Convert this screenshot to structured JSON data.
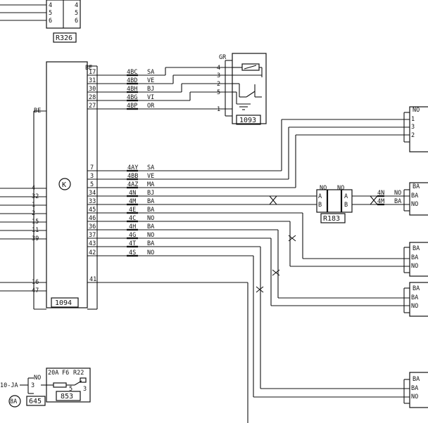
{
  "connectors": {
    "r326": "R326",
    "c1094": "1094",
    "c1093": "1093",
    "r183": "R183",
    "c853": "853",
    "c645": "645"
  },
  "top_left_pins": {
    "left": [
      "4",
      "5",
      "6"
    ],
    "right": [
      "4",
      "5",
      "6"
    ]
  },
  "symbols": {
    "ecu_glyph": "K",
    "fuse_badge": "8A"
  },
  "c1094_pins": {
    "left_group": [
      "4",
      "32",
      "1",
      "2",
      "15",
      "11",
      "39"
    ],
    "left_bottom": [
      "16",
      "47"
    ],
    "right_bottom": "41"
  },
  "top_bus": {
    "sheath_left": "BE",
    "sheath_right": "BE",
    "rows": [
      {
        "pin": "17",
        "code": "4BC",
        "color": "SA",
        "target": "4"
      },
      {
        "pin": "31",
        "code": "4BD",
        "color": "VE",
        "target": "3"
      },
      {
        "pin": "30",
        "code": "4BH",
        "color": "BJ",
        "target": "2"
      },
      {
        "pin": "28",
        "code": "4BG",
        "color": "VI",
        "target": "5"
      },
      {
        "pin": "27",
        "code": "4BP",
        "color": "OR",
        "target": "1"
      }
    ]
  },
  "c1093_header": "GR",
  "mid_bus": [
    {
      "pin": "7",
      "code": "4AY",
      "color": "SA"
    },
    {
      "pin": "3",
      "code": "4BB",
      "color": "VE"
    },
    {
      "pin": "5",
      "code": "4AZ",
      "color": "MA"
    },
    {
      "pin": "34",
      "code": "4N",
      "color": "BJ"
    },
    {
      "pin": "33",
      "code": "4M",
      "color": "BA"
    },
    {
      "pin": "45",
      "code": "4E",
      "color": "BA"
    },
    {
      "pin": "46",
      "code": "4C",
      "color": "NO"
    },
    {
      "pin": "36",
      "code": "4H",
      "color": "BA"
    },
    {
      "pin": "37",
      "code": "4G",
      "color": "NO"
    },
    {
      "pin": "43",
      "code": "4T",
      "color": "BA"
    },
    {
      "pin": "42",
      "code": "4S",
      "color": "NO"
    }
  ],
  "r183": {
    "left_header": "NO",
    "right_header": "NO",
    "left_pins": [
      "A",
      "B"
    ],
    "right_pins": [
      "A",
      "B"
    ],
    "out1": {
      "code": "4N",
      "color": "NO"
    },
    "out2": {
      "code": "4M",
      "color": "BA"
    }
  },
  "right_connectors": [
    {
      "header": "NO",
      "pins": [
        "1",
        "3",
        "2"
      ]
    },
    {
      "header": "BA",
      "pins": [
        "BA",
        "NO"
      ]
    },
    {
      "header": "BA",
      "pins": [
        "BA",
        "NO"
      ]
    },
    {
      "header": "BA",
      "pins": [
        "BA",
        "NO"
      ]
    },
    {
      "header": "BA",
      "pins": [
        "BA",
        "NO"
      ]
    }
  ],
  "fuse": {
    "rating": "20A",
    "fuse_id": "F6",
    "relay_id": "R22",
    "pin_a": "5",
    "pin_b": "3"
  },
  "bottom_left": {
    "wire": "10-JA",
    "header": "NO",
    "pin": "3"
  }
}
